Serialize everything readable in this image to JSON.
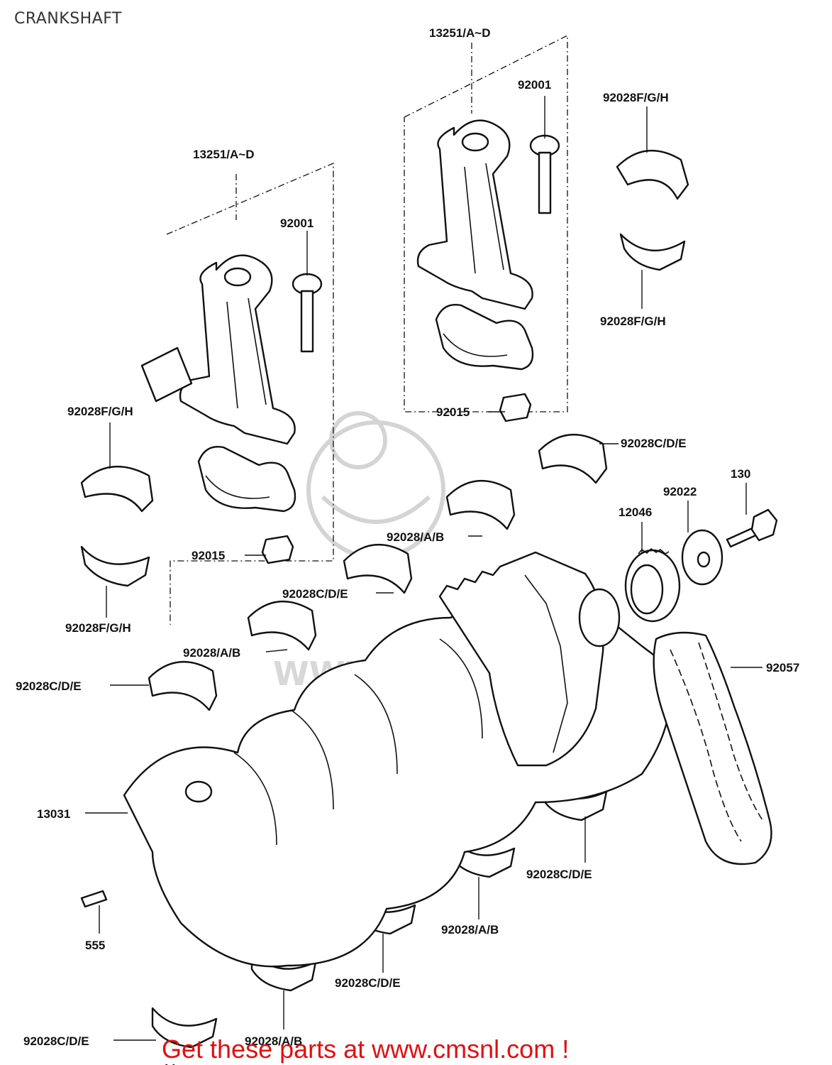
{
  "title": "CRANKSHAFT",
  "watermark": "WWW.CMSNL.COM",
  "footer": "Get these parts at www.cmsnl.com !",
  "colors": {
    "footer": "#e01010",
    "line": "#111111",
    "watermark": "#d4d4d4"
  },
  "labels": {
    "rod_upper": "13251/A~D",
    "bolt_upper": "92001",
    "shell_fgh_top": "92028F/G/H",
    "shell_fgh_top2": "92028F/G/H",
    "rod_left": "13251/A~D",
    "bolt_left": "92001",
    "nut_upper": "92015",
    "shell_cde_1": "92028C/D/E",
    "shell_fgh_left1": "92028F/G/H",
    "sprocket_130": "130",
    "washer": "92022",
    "gear": "12046",
    "shell_ab_1": "92028/A/B",
    "nut_left": "92015",
    "shell_cde_2": "92028C/D/E",
    "shell_fgh_left2": "92028F/G/H",
    "shell_ab_2": "92028/A/B",
    "chain": "92057",
    "shell_cde_3": "92028C/D/E",
    "crankshaft": "13031",
    "shell_cde_4": "92028C/D/E",
    "shell_ab_3": "92028/A/B",
    "pin": "555",
    "shell_cde_5": "92028C/D/E",
    "shell_cde_6": "92028C/D/E",
    "shell_ab_4": "92028/A/B"
  }
}
